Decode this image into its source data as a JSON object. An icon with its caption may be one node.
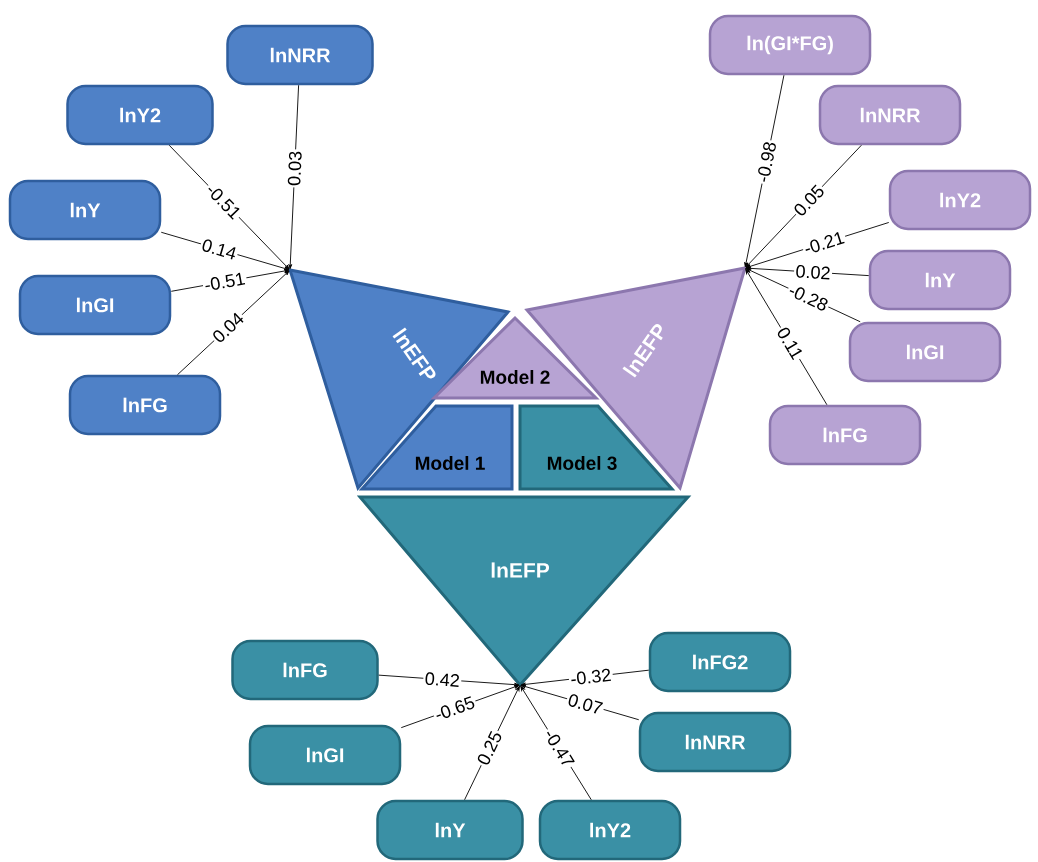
{
  "diagram": {
    "nodes": [
      {
        "text": [
          "lnEFP"
        ]
      },
      {
        "text": [
          "lnEFP"
        ]
      },
      {
        "text": [
          "lnEFP"
        ]
      },
      {
        "text": [
          "Model 2"
        ]
      },
      {
        "text": [
          "Model 1"
        ]
      },
      {
        "text": [
          "Model 3"
        ]
      },
      {
        "text": [
          "lnNRR"
        ]
      },
      {
        "text": [
          "lnY2"
        ]
      },
      {
        "text": [
          "lnY"
        ]
      },
      {
        "text": [
          "lnGI"
        ]
      },
      {
        "text": [
          "lnFG"
        ]
      },
      {
        "text": [
          "ln(GI*FG)"
        ]
      },
      {
        "text": [
          "lnNRR"
        ]
      },
      {
        "text": [
          "lnY2"
        ]
      },
      {
        "text": [
          "lnY"
        ]
      },
      {
        "text": [
          "lnGI"
        ]
      },
      {
        "text": [
          "lnFG"
        ]
      },
      {
        "text": [
          "lnFG"
        ]
      },
      {
        "text": [
          "lnFG2"
        ]
      },
      {
        "text": [
          "lnGI"
        ]
      },
      {
        "text": [
          "lnNRR"
        ]
      },
      {
        "text": [
          "lnY"
        ]
      },
      {
        "text": [
          "lnY2"
        ]
      }
    ],
    "edges": [
      {
        "from": 6,
        "to": 0,
        "arrow": "to",
        "label": "0.03"
      },
      {
        "from": 7,
        "to": 0,
        "arrow": "to",
        "label": "-0.51"
      },
      {
        "from": 8,
        "to": 0,
        "arrow": "to",
        "label": "0.14"
      },
      {
        "from": 9,
        "to": 0,
        "arrow": "to",
        "label": "-0.51"
      },
      {
        "from": 10,
        "to": 0,
        "arrow": "to",
        "label": "0.04"
      },
      {
        "from": 11,
        "to": 1,
        "arrow": "to",
        "label": "-0.98"
      },
      {
        "from": 12,
        "to": 1,
        "arrow": "to",
        "label": "0.05"
      },
      {
        "from": 13,
        "to": 1,
        "arrow": "to",
        "label": "-0.21"
      },
      {
        "from": 14,
        "to": 1,
        "arrow": "to",
        "label": "0.02"
      },
      {
        "from": 15,
        "to": 1,
        "arrow": "to",
        "label": "-0.28"
      },
      {
        "from": 16,
        "to": 1,
        "arrow": "to",
        "label": "0.11"
      },
      {
        "from": 17,
        "to": 2,
        "arrow": "to",
        "label": "0.42"
      },
      {
        "from": 18,
        "to": 2,
        "arrow": "to",
        "label": "-0.32"
      },
      {
        "from": 19,
        "to": 2,
        "arrow": "to",
        "label": "-0.65"
      },
      {
        "from": 20,
        "to": 2,
        "arrow": "to",
        "label": "0.07"
      },
      {
        "from": 21,
        "to": 2,
        "arrow": "to",
        "label": "0.25"
      },
      {
        "from": 22,
        "to": 2,
        "arrow": "to",
        "label": "-0.47"
      }
    ]
  }
}
